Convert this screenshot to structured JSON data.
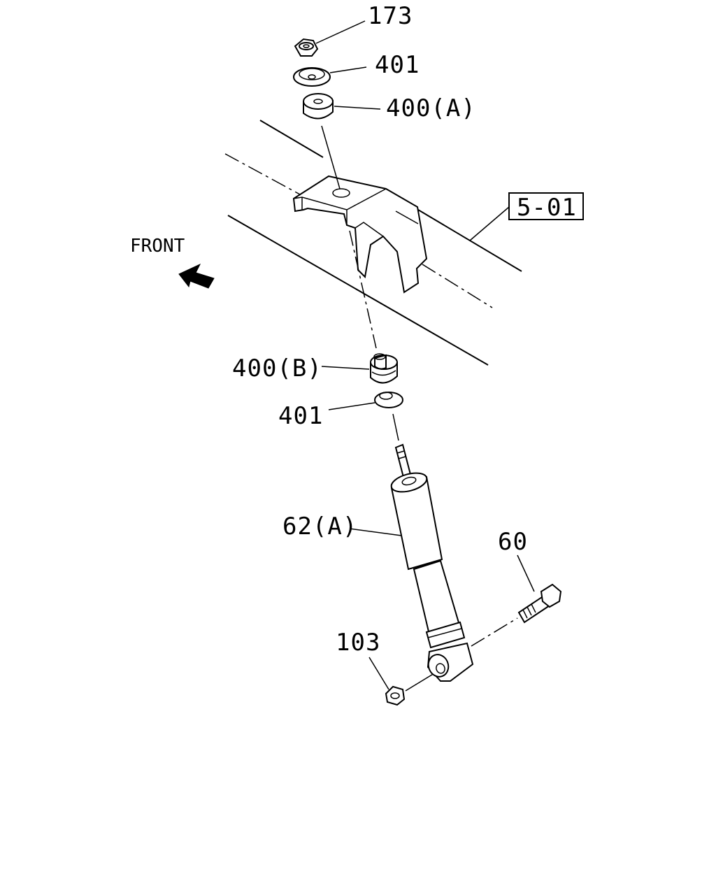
{
  "diagram": {
    "front_label": "FRONT",
    "reference_box": "5-01",
    "callouts": [
      {
        "id": "c173",
        "text": "173"
      },
      {
        "id": "c401a",
        "text": "401"
      },
      {
        "id": "c400a",
        "text": "400(A)"
      },
      {
        "id": "c400b",
        "text": "400(B)"
      },
      {
        "id": "c401b",
        "text": "401"
      },
      {
        "id": "c62a",
        "text": "62(A)"
      },
      {
        "id": "c60",
        "text": "60"
      },
      {
        "id": "c103",
        "text": "103"
      }
    ]
  }
}
